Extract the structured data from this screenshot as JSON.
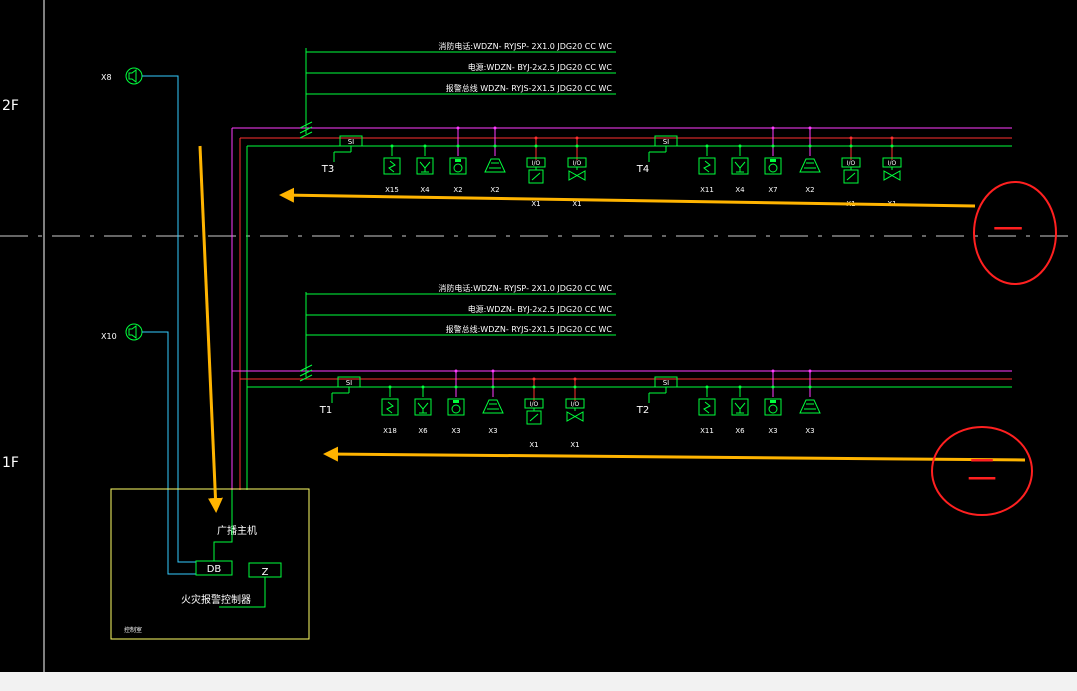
{
  "floors": {
    "floor2": "2F",
    "floor1": "1F"
  },
  "speakers": {
    "upper": "X8",
    "lower": "X10"
  },
  "cable_labels_2f": [
    "消防电话:WDZN- RYJSP- 2X1.0  JDG20  CC  WC",
    "电源:WDZN- BYJ-2x2.5  JDG20  CC  WC",
    "报警总线 WDZN- RYJS-2X1.5  JDG20  CC  WC"
  ],
  "cable_labels_1f": [
    "消防电话:WDZN- RYJSP- 2X1.0  JDG20  CC  WC",
    "电源:WDZN- BYJ-2x2.5  JDG20  CC  WC",
    "报警总线:WDZN- RYJS-2X1.5  JDG20  CC  WC"
  ],
  "si_label": "SI",
  "vo_label": "I/O",
  "terminals": {
    "t3": "T3",
    "t4": "T4",
    "t1": "T1",
    "t2": "T2"
  },
  "counts": {
    "t3": [
      "X15",
      "X4",
      "X2",
      "X2",
      "X1",
      "X1"
    ],
    "t4": [
      "X11",
      "X4",
      "X7",
      "X2",
      "X1",
      "X1"
    ],
    "t1": [
      "X18",
      "X6",
      "X3",
      "X3",
      "X1",
      "X1"
    ],
    "t2": [
      "X11",
      "X6",
      "X3",
      "X3"
    ]
  },
  "control_room": {
    "broadcast_host": "广播主机",
    "db": "DB",
    "z": "Z",
    "fire_controller": "火灾报警控制器",
    "room_name": "控制室"
  },
  "annotations": {
    "circle_1": "一",
    "circle_2": "二"
  },
  "colors": {
    "background": "#000000",
    "wire_green": "#00ff3c",
    "wire_magenta": "#ff3cff",
    "wire_red": "#ff3030",
    "wire_cyan": "#33ccff",
    "box_yellow": "#ffff66",
    "arrow_orange": "#ffb400",
    "circle_red": "#ff2020",
    "text_white": "#ffffff"
  }
}
